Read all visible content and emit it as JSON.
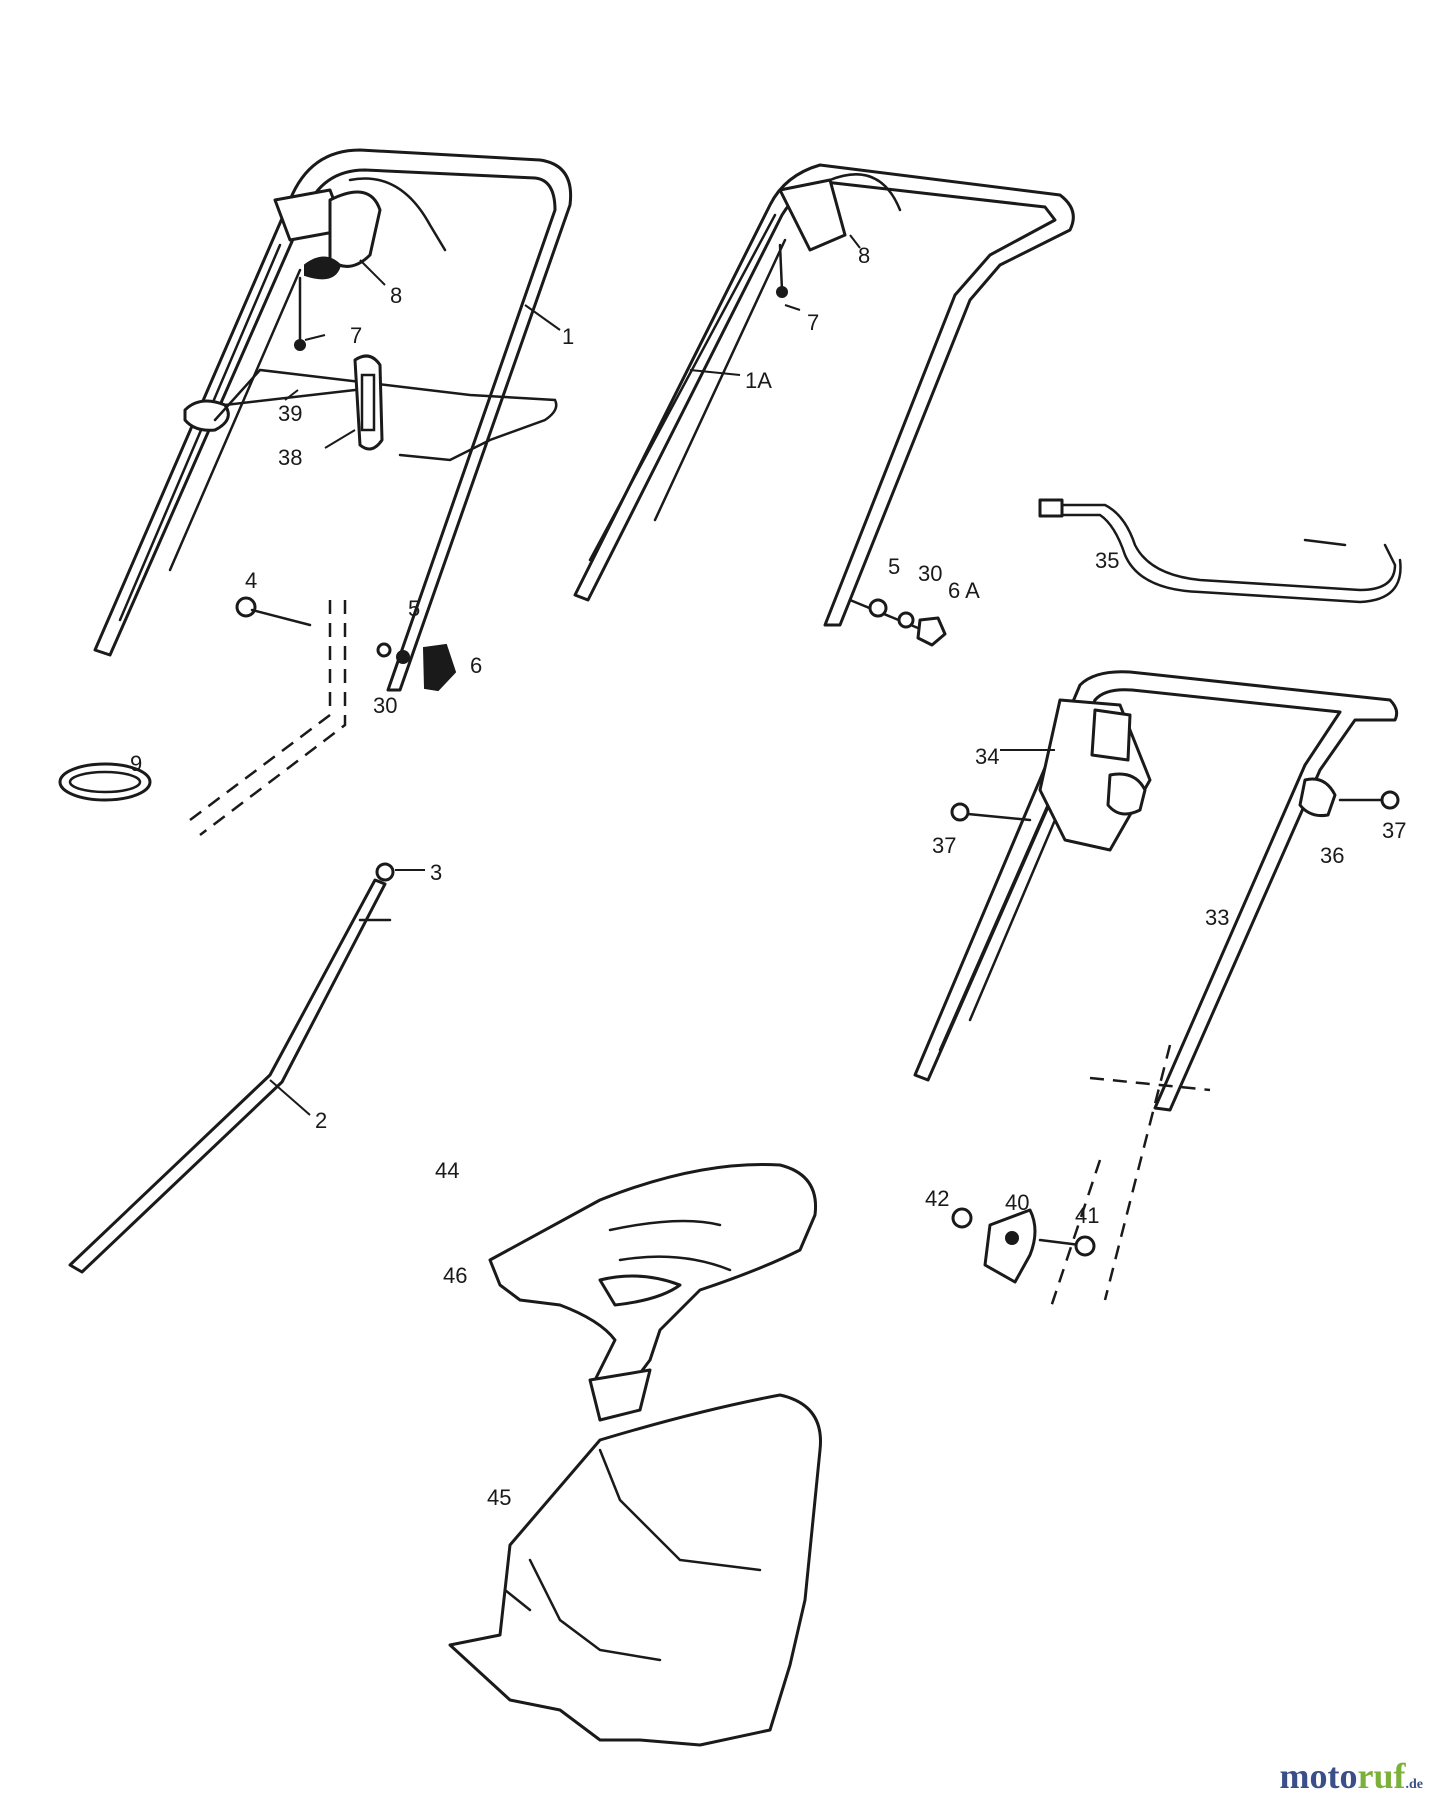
{
  "diagram": {
    "part_labels": {
      "p1": "1",
      "p1A": "1A",
      "p2": "2",
      "p3": "3",
      "p4": "4",
      "p5a": "5",
      "p5b": "5",
      "p6": "6",
      "p6A": "6 A",
      "p7a": "7",
      "p7b": "7",
      "p8a": "8",
      "p8b": "8",
      "p9": "9",
      "p30a": "30",
      "p30b": "30",
      "p33": "33",
      "p34": "34",
      "p35": "35",
      "p36": "36",
      "p37a": "37",
      "p37b": "37",
      "p38": "38",
      "p39": "39",
      "p40": "40",
      "p41": "41",
      "p42": "42",
      "p44": "44",
      "p45": "45",
      "p46": "46"
    }
  },
  "watermark": {
    "part1": "moto",
    "part2": "ruf",
    "part3": ".de"
  }
}
